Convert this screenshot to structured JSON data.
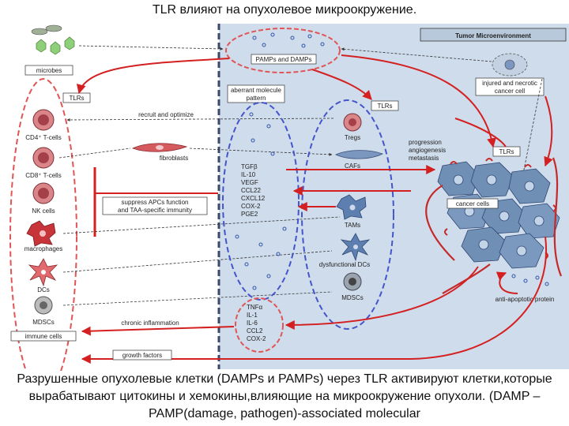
{
  "title": "TLR влияют на опухолевое микроокружение.",
  "caption": "Разрушенные опухолевые клетки (DAMPs и PAMPs) через TLR активируют клетки,которые вырабатывают цитокины и хемокины,влияющие на микроокружение опухоли. (DAMP –PAMP(damage, pathogen)-associated molecular",
  "diagram": {
    "tumor_microenvironment": "Tumor Microenvironment",
    "microbes": "microbes",
    "pamps_damps": "PAMPs and DAMPs",
    "injured_necrotic": [
      "injured and necrotic",
      "cancer cell"
    ],
    "aberrant_pattern": [
      "aberrant molecule",
      "pattern"
    ],
    "tlrs_left": "TLRs",
    "tlrs_mid": "TLRs",
    "tlrs_right": "TLRs",
    "recruit": "recruit and optimize",
    "fibroblasts": "fibroblasts",
    "cd4": "CD4⁺ T-cells",
    "cd8": "CD8⁺ T-cells",
    "nk": "NK cells",
    "macrophages": "macrophages",
    "dcs": "DCs",
    "mdscs_left": "MDSCs",
    "immune_cells": "immune cells",
    "suppress": [
      "suppress APCs function",
      "and TAA-specific immunity"
    ],
    "tregs": "Tregs",
    "cafs": "CAFs",
    "tams": "TAMs",
    "dysfunctional_dcs": "dysfunctional DCs",
    "mdscs_mid": "MDSCs",
    "factors_list": [
      "TGFβ",
      "IL-10",
      "VEGF",
      "CCL22",
      "CXCL12",
      "COX-2",
      "PGE2"
    ],
    "progression": [
      "progression",
      "angiogenesis",
      "metastasis"
    ],
    "cancer_cells": "cancer cells",
    "anti_apoptotic": "anti-apoptotic protein",
    "chronic_inflammation": "chronic inflammation",
    "inflam_list": [
      "TNFα",
      "IL-1",
      "IL-6",
      "CCL2",
      "COX-2"
    ],
    "growth_factors": "growth factors"
  },
  "colors": {
    "panel": "#cfdceb",
    "arrow": "#d42020",
    "dashed_red": "#e05555",
    "dashed_blue": "#4455cc",
    "divider": "#3a4a6a",
    "cell_gray": "#a7b8cc",
    "cancer": "#6f8fb5"
  }
}
